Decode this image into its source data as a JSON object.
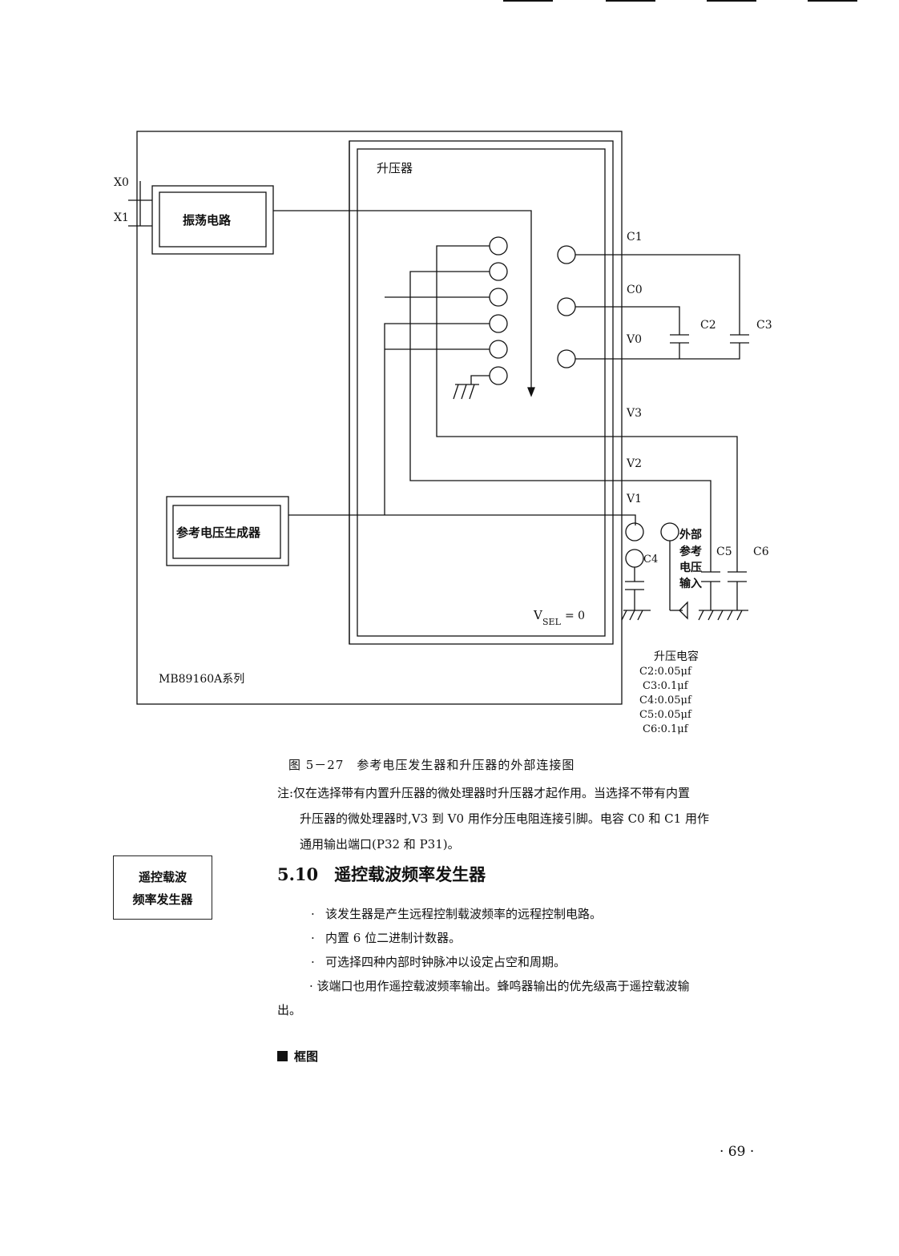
{
  "diagram": {
    "osc_label": "振荡电路",
    "booster_label": "升压器",
    "refgen_label": "参考电压生成器",
    "x0": "X0",
    "x1": "X1",
    "c1": "C1",
    "c0": "C0",
    "v0": "V0",
    "c2": "C2",
    "c3": "C3",
    "v3": "V3",
    "v2": "V2",
    "v1": "V1",
    "c4": "C4",
    "c5": "C5",
    "c6": "C6",
    "ext_ref": [
      "外部",
      "参考",
      "电压",
      "输入"
    ],
    "vsel_v": "V",
    "vsel_sub": "SEL",
    "vsel_eq": "= 0",
    "chip_label": "MB89160A系列",
    "cap_table_title": "升压电容",
    "cap_values": [
      "C2:0.05μf",
      "C3:0.1μf",
      "C4:0.05μf",
      "C5:0.05μf",
      "C6:0.1μf"
    ]
  },
  "caption": "图 5－27　参考电压发生器和升压器的外部连接图",
  "note": {
    "line1": "注:仅在选择带有内置升压器的微处理器时升压器才起作用。当选择不带有内置",
    "line2": "升压器的微处理器时,V3 到 V0 用作分压电阻连接引脚。电容 C0 和 C1 用作",
    "line3": "通用输出端口(P32 和 P31)。"
  },
  "sidebox": {
    "line1": "遥控载波",
    "line2": "频率发生器"
  },
  "section": {
    "number": "5.10",
    "title": "遥控载波频率发生器"
  },
  "bullets": [
    "该发生器是产生远程控制载波频率的远程控制电路。",
    "内置 6 位二进制计数器。",
    "可选择四种内部时钟脉冲以设定占空和周期。"
  ],
  "bullet4_line1": "·  该端口也用作遥控载波频率输出。蜂鸣器输出的优先级高于遥控载波输",
  "bullet4_line2": "出。",
  "subhead": "框图",
  "page_number": "· 69 ·"
}
